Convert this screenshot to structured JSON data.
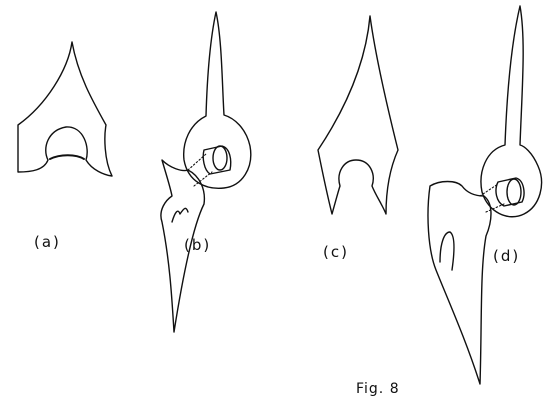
{
  "figure": {
    "caption": "Fig. 8",
    "panels": [
      {
        "id": "a",
        "label": "(a)"
      },
      {
        "id": "b",
        "label": "(b)"
      },
      {
        "id": "c",
        "label": "(c)"
      },
      {
        "id": "d",
        "label": "(d)"
      }
    ]
  }
}
